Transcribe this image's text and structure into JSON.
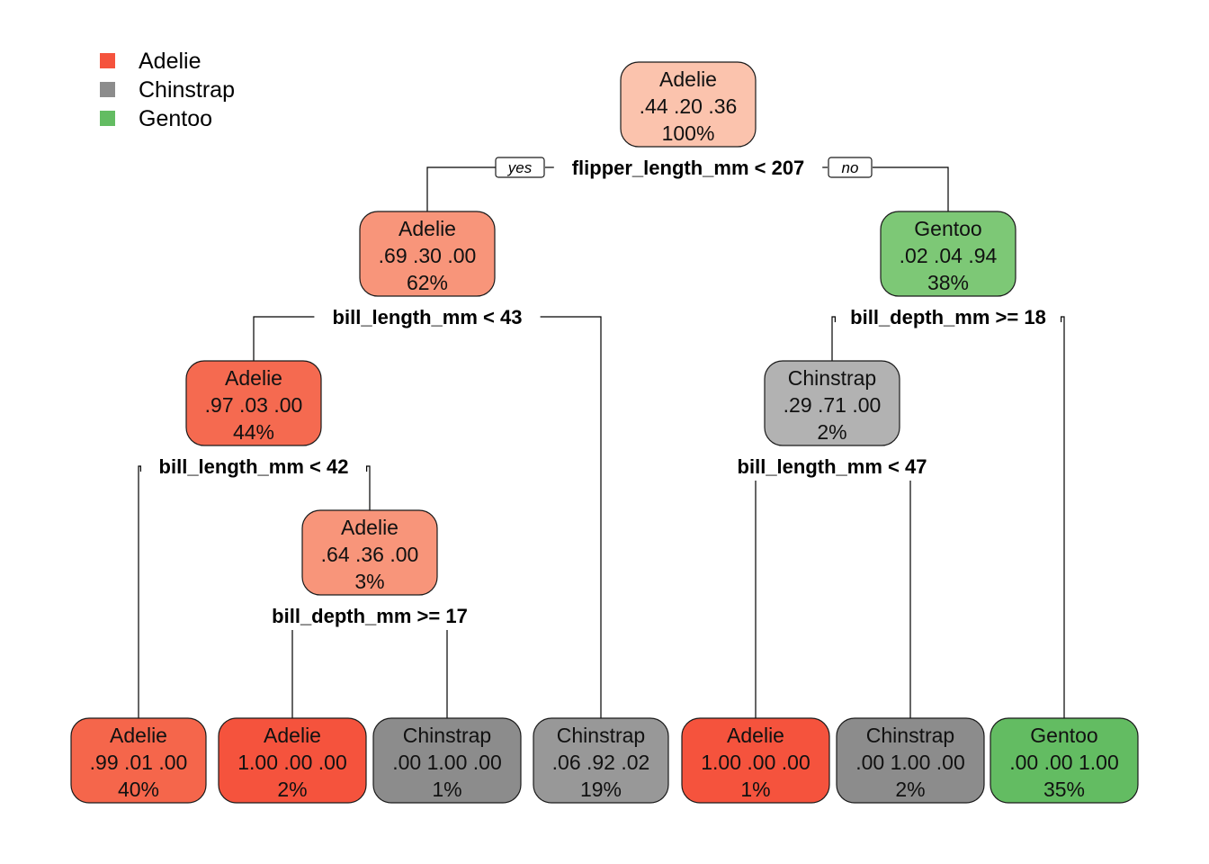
{
  "legend": {
    "items": [
      {
        "label": "Adelie",
        "color": "#F5533D"
      },
      {
        "label": "Chinstrap",
        "color": "#8C8C8C"
      },
      {
        "label": "Gentoo",
        "color": "#63BC62"
      }
    ]
  },
  "edge_labels": {
    "yes": "yes",
    "no": "no"
  },
  "tree": {
    "nodes": [
      {
        "id": "n1",
        "class": "Adelie",
        "probs": [
          ".44",
          ".20",
          ".36"
        ],
        "pct": "100%",
        "fill": "#FBC3AD",
        "split": "flipper_length_mm < 207"
      },
      {
        "id": "n2",
        "class": "Adelie",
        "probs": [
          ".69",
          ".30",
          ".00"
        ],
        "pct": "62%",
        "fill": "#F8957A",
        "split": "bill_length_mm < 43",
        "parent": "n1"
      },
      {
        "id": "n3",
        "class": "Gentoo",
        "probs": [
          ".02",
          ".04",
          ".94"
        ],
        "pct": "38%",
        "fill": "#7DC876",
        "split": "bill_depth_mm >= 18",
        "parent": "n1"
      },
      {
        "id": "n4",
        "class": "Adelie",
        "probs": [
          ".97",
          ".03",
          ".00"
        ],
        "pct": "44%",
        "fill": "#F56A50",
        "split": "bill_length_mm < 42",
        "parent": "n2"
      },
      {
        "id": "n5",
        "class": "Chinstrap",
        "probs": [
          ".06",
          ".92",
          ".02"
        ],
        "pct": "19%",
        "fill": "#989898",
        "parent": "n2"
      },
      {
        "id": "n6",
        "class": "Chinstrap",
        "probs": [
          ".29",
          ".71",
          ".00"
        ],
        "pct": "2%",
        "fill": "#B2B2B2",
        "split": "bill_length_mm < 47",
        "parent": "n3"
      },
      {
        "id": "n7",
        "class": "Gentoo",
        "probs": [
          ".00",
          ".00",
          "1.00"
        ],
        "pct": "35%",
        "fill": "#63BC62",
        "parent": "n3"
      },
      {
        "id": "n8",
        "class": "Adelie",
        "probs": [
          ".99",
          ".01",
          ".00"
        ],
        "pct": "40%",
        "fill": "#F5664B",
        "parent": "n4"
      },
      {
        "id": "n9",
        "class": "Adelie",
        "probs": [
          ".64",
          ".36",
          ".00"
        ],
        "pct": "3%",
        "fill": "#F8957A",
        "split": "bill_depth_mm >= 17",
        "parent": "n4"
      },
      {
        "id": "n10",
        "class": "Adelie",
        "probs": [
          "1.00",
          ".00",
          ".00"
        ],
        "pct": "2%",
        "fill": "#F5533D",
        "parent": "n9"
      },
      {
        "id": "n11",
        "class": "Chinstrap",
        "probs": [
          ".00",
          "1.00",
          ".00"
        ],
        "pct": "1%",
        "fill": "#8C8C8C",
        "parent": "n9"
      },
      {
        "id": "n12",
        "class": "Adelie",
        "probs": [
          "1.00",
          ".00",
          ".00"
        ],
        "pct": "1%",
        "fill": "#F5533D",
        "parent": "n6"
      },
      {
        "id": "n13",
        "class": "Chinstrap",
        "probs": [
          ".00",
          "1.00",
          ".00"
        ],
        "pct": "2%",
        "fill": "#8C8C8C",
        "parent": "n6"
      }
    ]
  }
}
